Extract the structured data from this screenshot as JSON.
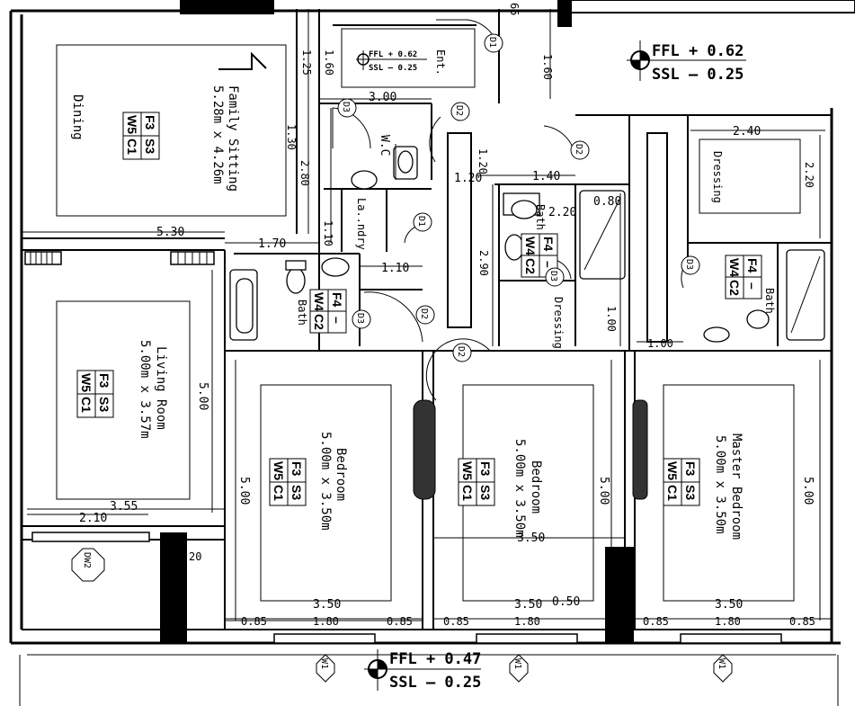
{
  "rooms": {
    "family_sitting": {
      "name": "Family Sitting",
      "size": "5.28m x 4.26m"
    },
    "dining": {
      "name": "Dining"
    },
    "living": {
      "name": "Living Room",
      "size": "5.00m x 3.57m"
    },
    "bedroom1": {
      "name": "Bedroom",
      "size": "5.00m x 3.50m"
    },
    "bedroom2": {
      "name": "Bedroom",
      "size": "5.00m x 3.50m"
    },
    "master": {
      "name": "Master Bedroom",
      "size": "5.00m x 3.50m"
    },
    "wc": "W.C",
    "laundry": "La..ndry",
    "bath1": "Bath",
    "bath2": "Bath",
    "bath3": "Bath",
    "dressing1": "Dressing",
    "dressing2": "Dressing",
    "ent": "Ent."
  },
  "codes": {
    "f3": "F3",
    "s3": "S3",
    "w5": "W5",
    "c1": "C1",
    "f4": "F4",
    "w4": "W4",
    "c2": "C2",
    "dash": "–"
  },
  "levels": {
    "top_ffl": "FFL + 0.62",
    "top_ssl": "SSL – 0.25",
    "ent_ffl": "FFL + 0.62",
    "ent_ssl": "SSL – 0.25",
    "bottom_ffl": "FFL + 0.47",
    "bottom_ssl": "SSL – 0.25"
  },
  "doors": {
    "d1": "D1",
    "d2": "D2",
    "d3": "D3",
    "w1": "W1",
    "dw2": "DW2"
  },
  "dims": {
    "d_1_25": "1.25",
    "d_1_60": "1.60",
    "d_3_00": "3.00",
    "d_1_30": "1.30",
    "d_2_80": "2.80",
    "d_1_10": "1.10",
    "d_1_20": "1.20",
    "d_1_40": "1.40",
    "d_2_90": "2.90",
    "d_2_20": "2.20",
    "d_0_80": "0.80",
    "d_1_00": "1.00",
    "d_2_40": "2.40",
    "d_5_30": "5.30",
    "d_1_70": "1.70",
    "d_5_00": "5.00",
    "d_3_55": "3.55",
    "d_2_10": "2.10",
    "d_3_50": "3.50",
    "d_0_85": "0.85",
    "d_1_80": "1.80",
    "d_0_50": "0.50",
    "d_0_20": "20",
    "d_0_65": "65",
    "d_1_60b": "1.60",
    "d_1_26": "1.25"
  }
}
